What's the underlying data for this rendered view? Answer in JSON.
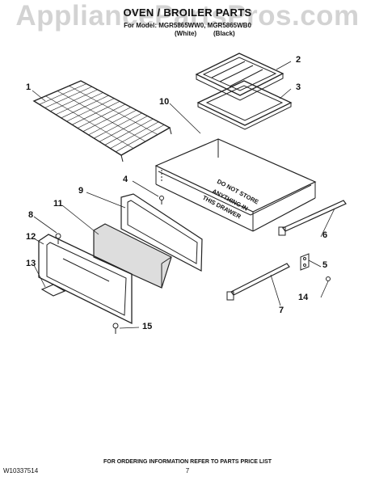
{
  "watermark": "AppliancePartsPros.com",
  "header": {
    "title": "OVEN / BROILER PARTS",
    "subtitle": "For Model: MGR5865WW0, MGR5865WB0",
    "white_label": "(White)",
    "black_label": "(Black)"
  },
  "drawer_warning": [
    "DO NOT STORE",
    "ANYTHING IN",
    "THIS DRAWER"
  ],
  "callouts": [
    "1",
    "2",
    "3",
    "4",
    "5",
    "6",
    "7",
    "8",
    "9",
    "10",
    "11",
    "12",
    "13",
    "14",
    "15"
  ],
  "footer": {
    "doc_number": "W10337514",
    "ordering_info": "FOR ORDERING INFORMATION REFER TO PARTS PRICE LIST",
    "page_number": "7"
  }
}
